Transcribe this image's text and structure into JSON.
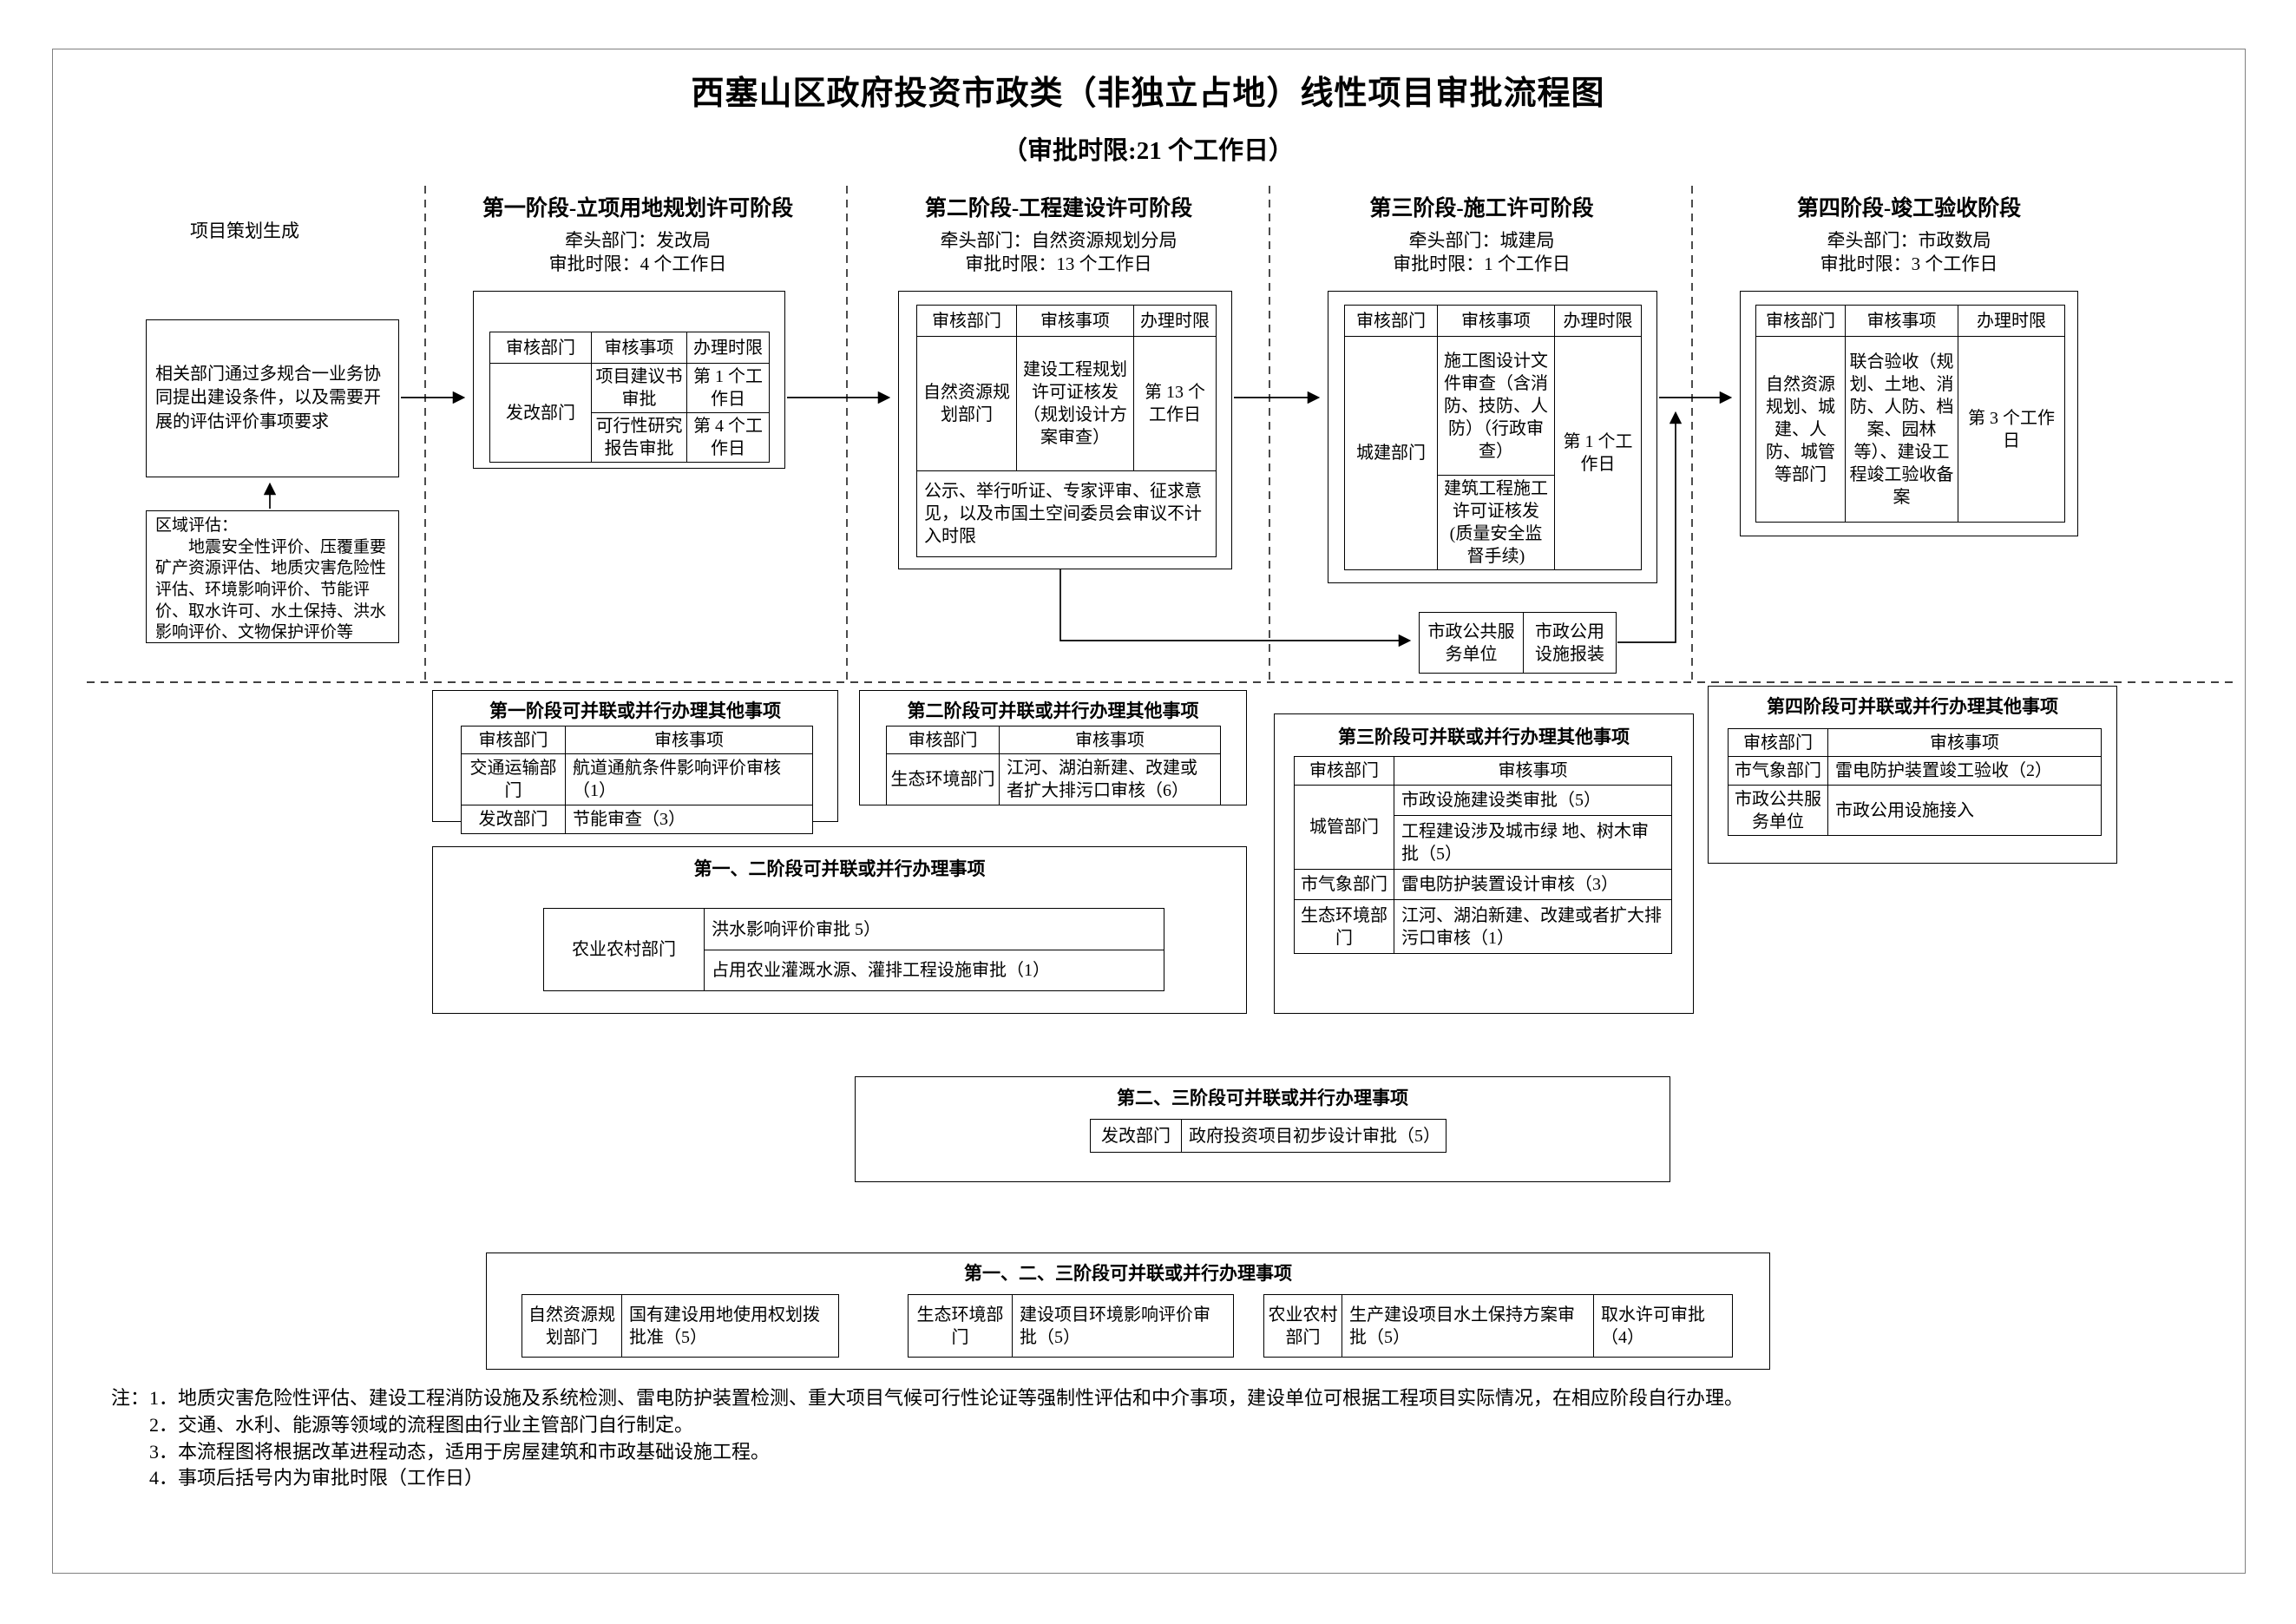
{
  "title": "西塞山区政府投资市政类（非独立占地）线性项目审批流程图",
  "subtitle": "（审批时限:21 个工作日）",
  "table_headers": {
    "dept": "审核部门",
    "item": "审核事项",
    "time": "办理时限"
  },
  "planning": {
    "header": "项目策划生成",
    "proposal_box": "相关部门通过多规合一业务协同提出建设条件，以及需要开展的评估评价事项要求",
    "regional_eval_box": "区域评估：\n　　地震安全性评价、压覆重要矿产资源评估、地质灾害危险性评估、环境影响评价、节能评价、取水许可、水土保持、洪水影响评价、文物保护评价等"
  },
  "stage1": {
    "title": "第一阶段-立项用地规划许可阶段",
    "lead": "牵头部门：发改局",
    "limit": "审批时限：4 个工作日",
    "dept": "发改部门",
    "rows": [
      {
        "item": "项目建议书审批",
        "time": "第 1 个工作日"
      },
      {
        "item": "可行性研究报告审批",
        "time": "第 4 个工作日"
      }
    ]
  },
  "stage2": {
    "title": "第二阶段-工程建设许可阶段",
    "lead": "牵头部门：自然资源规划分局",
    "limit": "审批时限：13 个工作日",
    "dept": "自然资源规划部门",
    "item": "建设工程规划许可证核发（规划设计方案审查）",
    "time": "第 13 个工作日",
    "note": "公示、举行听证、专家评审、征求意见，以及市国土空间委员会审议不计入时限"
  },
  "stage3": {
    "title": "第三阶段-施工许可阶段",
    "lead": "牵头部门：城建局",
    "limit": "审批时限：1 个工作日",
    "dept": "城建部门",
    "item1": "施工图设计文件审查（含消防、技防、人防）（行政审查）",
    "item2": "建筑工程施工许可证核发(质量安全监督手续)",
    "time": "第 1 个工作日",
    "service_unit": "市政公共服务单位",
    "service_item": "市政公用设施报装"
  },
  "stage4": {
    "title": "第四阶段-竣工验收阶段",
    "lead": "牵头部门：市政数局",
    "limit": "审批时限：3 个工作日",
    "dept": "自然资源规划、城建、人防、城管等部门",
    "item": "联合验收（规划、土地、消防、人防、档案、园林等）、建设工程竣工验收备案",
    "time": "第 3 个工作日"
  },
  "parallel1": {
    "title": "第一阶段可并联或并行办理其他事项",
    "rows": [
      {
        "dept": "交通运输部门",
        "item": "航道通航条件影响评价审核（1）"
      },
      {
        "dept": "发改部门",
        "item": "节能审查（3）"
      }
    ]
  },
  "parallel2": {
    "title": "第二阶段可并联或并行办理其他事项",
    "rows": [
      {
        "dept": "生态环境部门",
        "item": "江河、湖泊新建、改建或者扩大排污口审核（6）"
      }
    ]
  },
  "parallel3": {
    "title": "第三阶段可并联或并行办理其他事项",
    "dept1": "城管部门",
    "dept1_items": [
      "市政设施建设类审批（5）",
      "工程建设涉及城市绿 地、树木审批（5）"
    ],
    "rows": [
      {
        "dept": "市气象部门",
        "item": "雷电防护装置设计审核（3）"
      },
      {
        "dept": "生态环境部门",
        "item": "江河、湖泊新建、改建或者扩大排污口审核（1）"
      }
    ]
  },
  "parallel4": {
    "title": "第四阶段可并联或并行办理其他事项",
    "rows": [
      {
        "dept": "市气象部门",
        "item": "雷电防护装置竣工验收（2）"
      },
      {
        "dept": "市政公共服务单位",
        "item": "市政公用设施接入"
      }
    ]
  },
  "parallel12": {
    "title": "第一、二阶段可并联或并行办理事项",
    "dept": "农业农村部门",
    "items": [
      "洪水影响评价审批 5）",
      "占用农业灌溉水源、灌排工程设施审批（1）"
    ]
  },
  "parallel23": {
    "title": "第二、三阶段可并联或并行办理事项",
    "dept": "发改部门",
    "item": "政府投资项目初步设计审批（5）"
  },
  "parallel123": {
    "title": "第一、二、三阶段可并联或并行办理事项",
    "groups": [
      {
        "dept": "自然资源规划部门",
        "item1": "国有建设用地使用权划拨批准（5）"
      },
      {
        "dept": "生态环境部门",
        "item1": "建设项目环境影响评价审批（5）"
      },
      {
        "dept": "农业农村部门",
        "item1": "生产建设项目水土保持方案审批（5）",
        "item2": "取水许可审批（4）"
      }
    ]
  },
  "notes": {
    "prefix": "注：",
    "items": [
      "1．地质灾害危险性评估、建设工程消防设施及系统检测、雷电防护装置检测、重大项目气候可行性论证等强制性评估和中介事项，建设单位可根据工程项目实际情况，在相应阶段自行办理。",
      "2．交通、水利、能源等领域的流程图由行业主管部门自行制定。",
      "3．本流程图将根据改革进程动态，适用于房屋建筑和市政基础设施工程。",
      "4．事项后括号内为审批时限（工作日）"
    ]
  }
}
